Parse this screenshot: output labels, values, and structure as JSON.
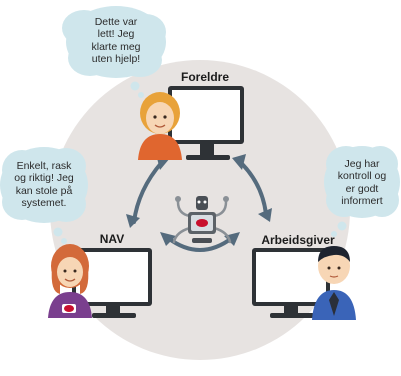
{
  "labels": {
    "parents": "Foreldre",
    "nav": "NAV",
    "employer": "Arbeidsgiver"
  },
  "bubbles": {
    "parents": [
      "Dette var",
      "lett! Jeg",
      "klarte meg",
      "uten hjelp!"
    ],
    "nav": [
      "Enkelt, rask",
      "og riktig! Jeg",
      "kan stole på",
      "systemet."
    ],
    "employer": [
      "Jeg har",
      "kontroll og",
      "er godt",
      "informert"
    ]
  },
  "colors": {
    "circle": "#e7e3e1",
    "bubble": "#cfe6ec",
    "arrow": "#556b7d",
    "monitor": "#2e3236",
    "screen": "#ffffff",
    "nav_red": "#c8102e"
  },
  "icons": [
    "parent-woman-icon",
    "nav-woman-icon",
    "employer-man-icon",
    "robot-icon",
    "nav-logo-icon"
  ]
}
